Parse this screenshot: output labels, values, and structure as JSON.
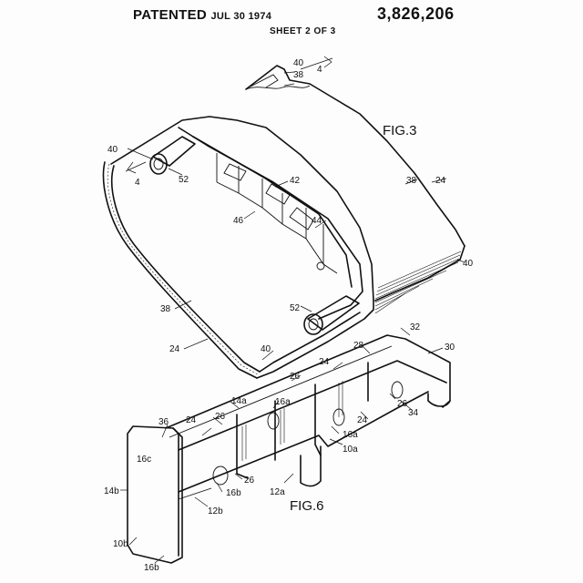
{
  "header": {
    "patented_label": "PATENTED",
    "patented_date": "JUL 30 1974",
    "sheet": "SHEET 2 OF 3",
    "patent_number": "3,826,206"
  },
  "figures": {
    "fig3": "FIG.3",
    "fig6": "FIG.6"
  },
  "section_marks": {
    "top": "4",
    "left": "4"
  },
  "callouts": {
    "c40_top": "40",
    "c38_top": "38",
    "c40_left": "40",
    "c52_top": "52",
    "c42": "42",
    "c38_right": "38",
    "c24_right": "24",
    "c46": "46",
    "c44": "44",
    "c40_right": "40",
    "c52_bottom": "52",
    "c38_left": "38",
    "c24_left": "24",
    "c40_bottom": "40",
    "c32": "32",
    "c30": "30",
    "c28": "28",
    "c24_mid": "24",
    "c26_a": "26",
    "c26_b": "26",
    "c26_c": "26",
    "c26_d": "26",
    "c14a": "14a",
    "c16a_a": "16a",
    "c16a_b": "16a",
    "c10a": "10a",
    "c36": "36",
    "c24_f6": "24",
    "c24_f6b": "24",
    "c34": "34",
    "c16c": "16c",
    "c16b_a": "16b",
    "c14b": "14b",
    "c12b": "12b",
    "c12a": "12a",
    "c10b": "10b",
    "c16b_b": "16b"
  }
}
